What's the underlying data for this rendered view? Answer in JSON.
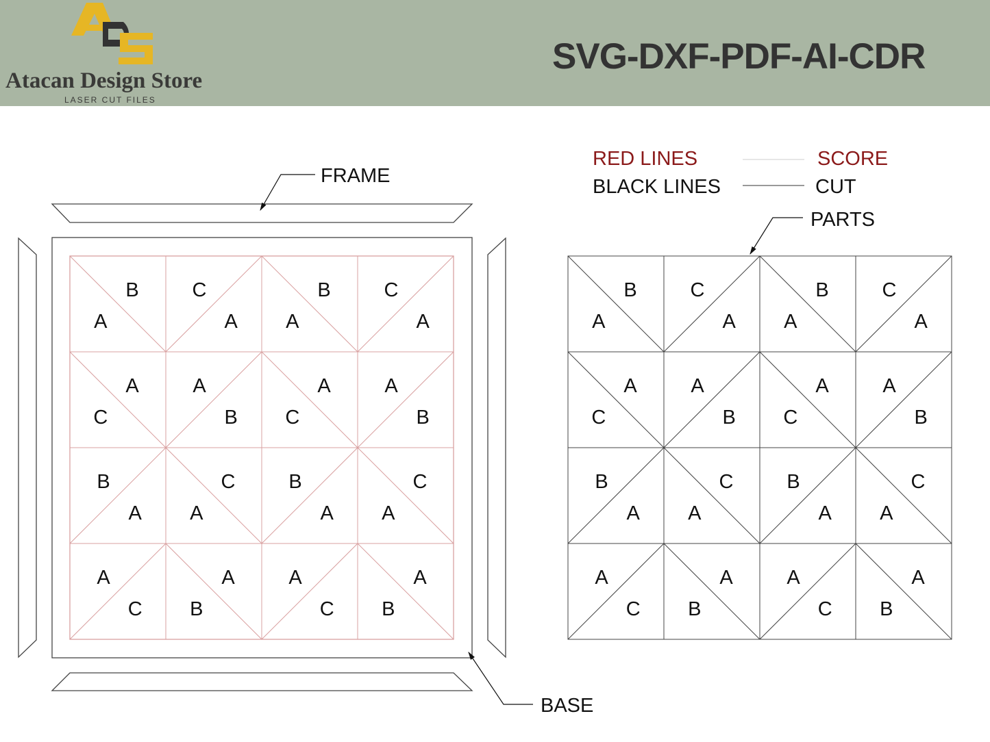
{
  "header": {
    "logo_letters": "ADS",
    "logo_name": "Atacan Design Store",
    "logo_tagline": "LASER CUT FILES",
    "formats": "SVG-DXF-PDF-AI-CDR",
    "background_color": "#a9b6a3",
    "logo_yellow": "#e6b625",
    "logo_dark": "#333333"
  },
  "callouts": {
    "frame": "FRAME",
    "base": "BASE",
    "parts": "PARTS"
  },
  "legend": {
    "red_label": "RED LINES",
    "red_meaning": "SCORE",
    "black_label": "BLACK LINES",
    "black_meaning": "CUT",
    "red_color": "#8b1a1a",
    "score_line_color": "#d9a0a0"
  },
  "grid": {
    "rows": [
      [
        {
          "diag": "\\",
          "upper": "B",
          "lower": "A"
        },
        {
          "diag": "/",
          "upper": "C",
          "lower": "A"
        },
        {
          "diag": "\\",
          "upper": "B",
          "lower": "A"
        },
        {
          "diag": "/",
          "upper": "C",
          "lower": "A"
        }
      ],
      [
        {
          "diag": "\\",
          "upper": "A",
          "lower": "C"
        },
        {
          "diag": "/",
          "upper": "A",
          "lower": "B"
        },
        {
          "diag": "\\",
          "upper": "A",
          "lower": "C"
        },
        {
          "diag": "/",
          "upper": "A",
          "lower": "B"
        }
      ],
      [
        {
          "diag": "/",
          "upper": "B",
          "lower": "A"
        },
        {
          "diag": "\\",
          "upper": "C",
          "lower": "A"
        },
        {
          "diag": "/",
          "upper": "B",
          "lower": "A"
        },
        {
          "diag": "\\",
          "upper": "C",
          "lower": "A"
        }
      ],
      [
        {
          "diag": "/",
          "upper": "A",
          "lower": "C"
        },
        {
          "diag": "\\",
          "upper": "A",
          "lower": "B"
        },
        {
          "diag": "/",
          "upper": "A",
          "lower": "C"
        },
        {
          "diag": "\\",
          "upper": "A",
          "lower": "B"
        }
      ]
    ]
  }
}
